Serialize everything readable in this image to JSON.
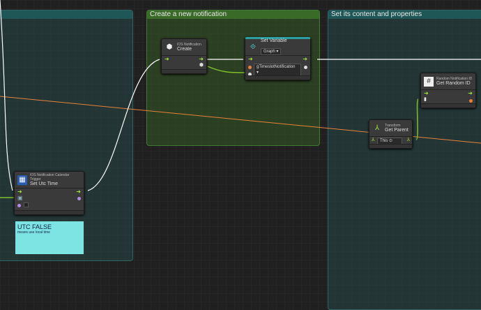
{
  "groups": {
    "left": "",
    "create": "Create a new notification",
    "content": "Set its content and properties"
  },
  "nodes": {
    "calendar": {
      "subtitle": "IOS Notification Calendar Trigger",
      "title": "Set Utc Time"
    },
    "create": {
      "subtitle": "IOS Notification",
      "title": "Create"
    },
    "setvar": {
      "title": "Set Variable",
      "scope": "Graph",
      "variable": "gTimeslotNotification"
    },
    "randomid": {
      "subtitle": "Random Notification ID",
      "title": "Get Random ID"
    },
    "transform": {
      "subtitle": "Transform",
      "title": "Get Parent",
      "target": "This"
    }
  },
  "sticky": {
    "title": "UTC FALSE",
    "body": "means use local time"
  },
  "colors": {
    "flow": "#ffffff",
    "object": "#9fe83a",
    "int": "#e8823a",
    "sticky": "#7de3e3"
  }
}
